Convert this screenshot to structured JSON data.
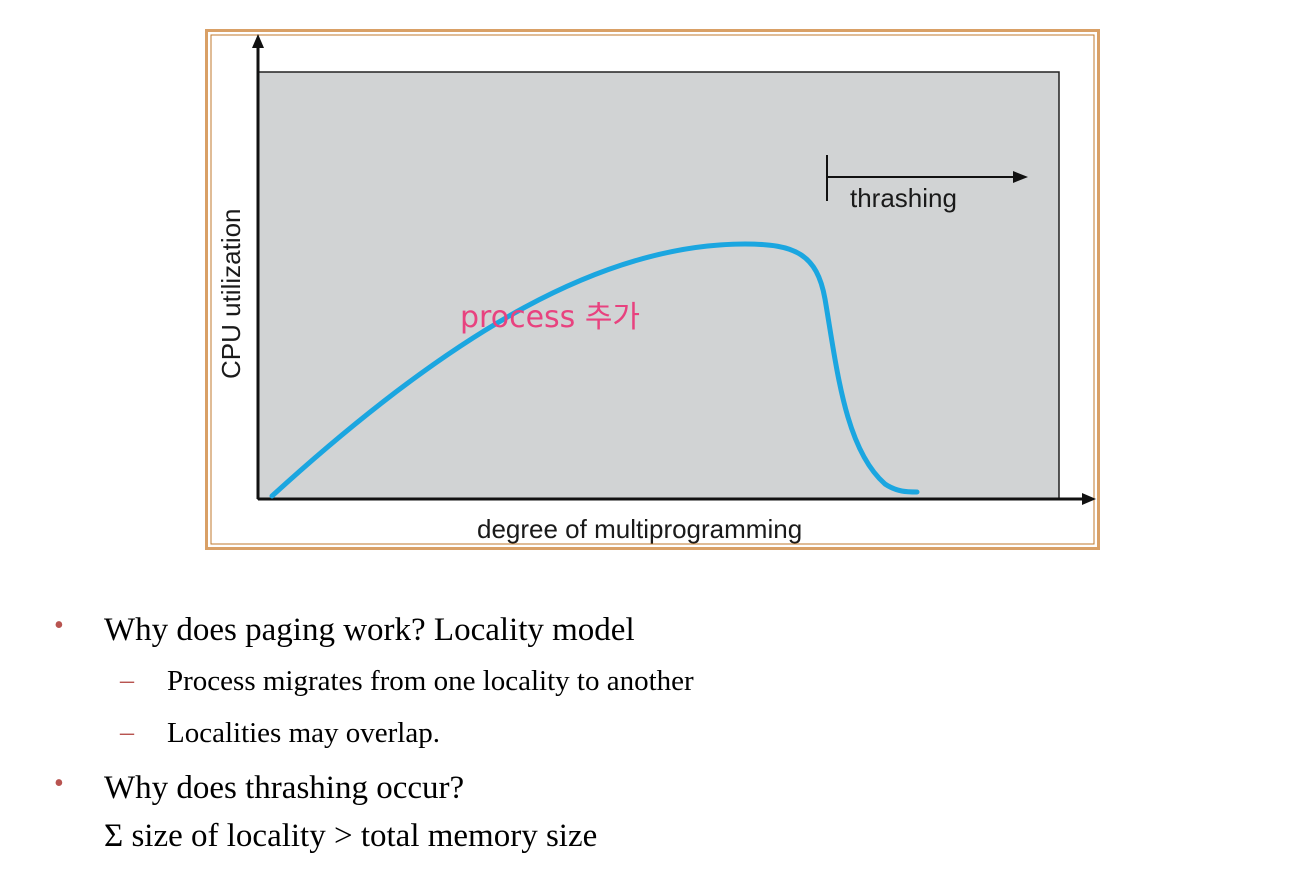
{
  "diagram": {
    "y_axis_label": "CPU utilization",
    "x_axis_label": "degree of multiprogramming",
    "region_label": "thrashing",
    "handwritten_note": "process 추가",
    "colors": {
      "frame_outer": "#d9a066",
      "plot_fill": "#d1d3d4",
      "curve": "#1ba6e0",
      "note": "#e8427f",
      "bullet": "#b85450"
    }
  },
  "bullets": [
    {
      "text": "Why does paging work? Locality model",
      "sub": [
        "Process migrates from one locality to another",
        "Localities may overlap."
      ]
    },
    {
      "text": "Why does thrashing occur?",
      "continuation": "Σ size of locality > total memory size"
    }
  ]
}
